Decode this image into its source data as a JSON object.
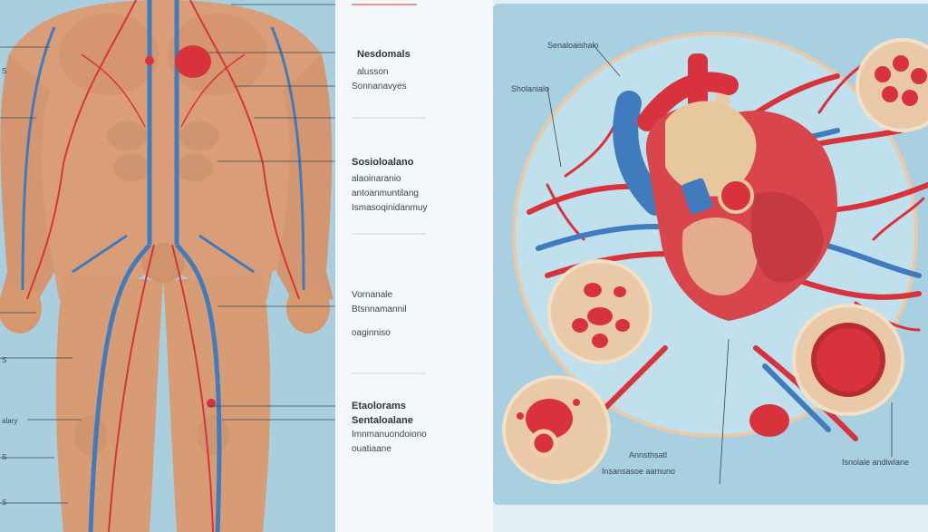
{
  "body_labels": [
    {
      "id": "b1",
      "text": "Nesdomals",
      "bold": true
    },
    {
      "id": "b2",
      "text": "alusson",
      "bold": false
    },
    {
      "id": "b3",
      "text": "Sonnanavyes",
      "bold": false
    },
    {
      "id": "b4",
      "text": "Sosioloalano",
      "bold": true
    },
    {
      "id": "b5",
      "text": "alaoinaranio",
      "bold": false
    },
    {
      "id": "b6",
      "text": "antoanmuntilang",
      "bold": false
    },
    {
      "id": "b7",
      "text": "Ismasoqinidanmuy",
      "bold": false
    },
    {
      "id": "b8",
      "text": "Vornanale",
      "bold": false
    },
    {
      "id": "b9",
      "text": "Btsnnamannil",
      "bold": false
    },
    {
      "id": "b10",
      "text": "oaginniso",
      "bold": false
    },
    {
      "id": "b11",
      "text": "Etaolorams",
      "bold": true
    },
    {
      "id": "b12",
      "text": "Sentaloalane",
      "bold": true
    },
    {
      "id": "b13",
      "text": "Imnmanuondoiono",
      "bold": false
    },
    {
      "id": "b14",
      "text": "ouatiaane",
      "bold": false
    }
  ],
  "heart_labels": [
    {
      "id": "h1",
      "text": "Senaloaishalo"
    },
    {
      "id": "h2",
      "text": "Sholanialo"
    },
    {
      "id": "h3",
      "text": "Annsthsatl"
    },
    {
      "id": "h4",
      "text": "Insansasoe aamuno"
    },
    {
      "id": "h5",
      "text": "Isnolale andiwlane"
    }
  ],
  "edge_labels": [
    {
      "id": "e1",
      "text": "S"
    },
    {
      "id": "e2",
      "text": "S"
    },
    {
      "id": "e3",
      "text": "alary"
    },
    {
      "id": "e4",
      "text": "S"
    },
    {
      "id": "e5",
      "text": "S"
    }
  ],
  "colors": {
    "artery": "#d8333c",
    "vein": "#3f7bbd",
    "skin": "#dca57d",
    "tissue": "#f0cfa0"
  }
}
